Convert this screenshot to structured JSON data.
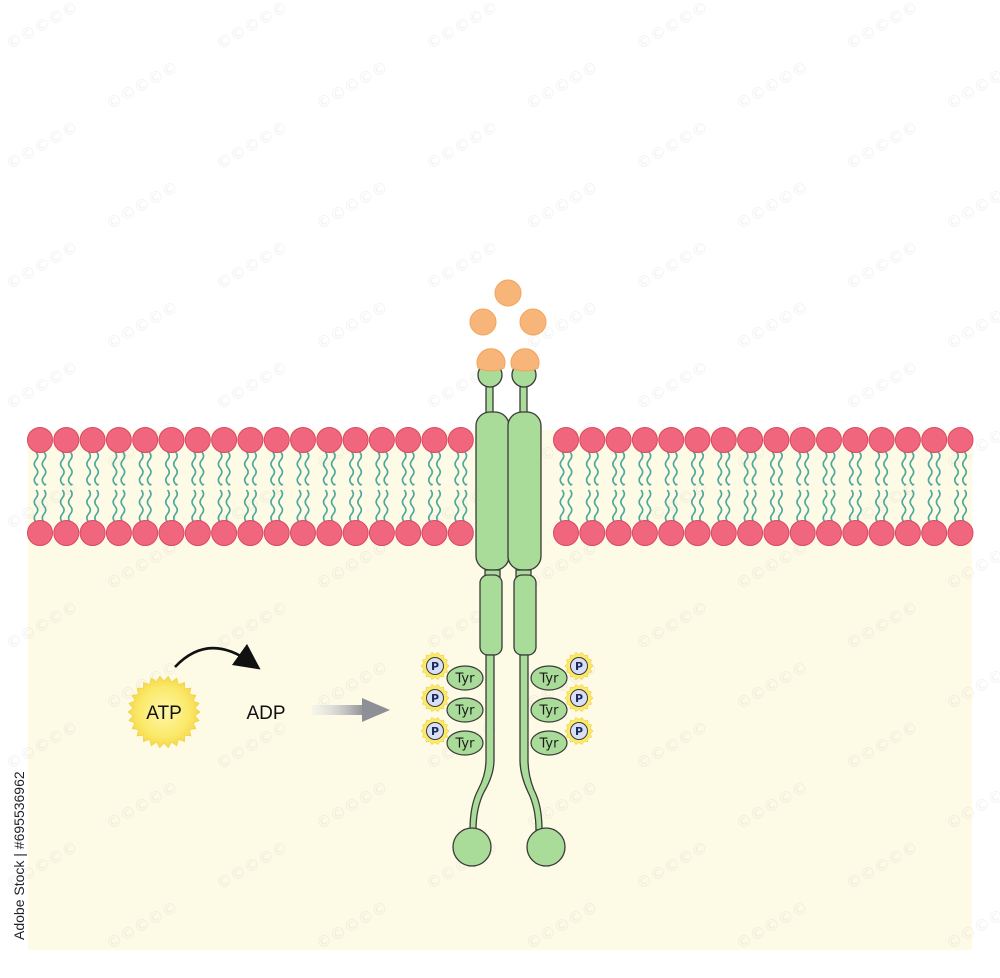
{
  "labels": {
    "atp": "ATP",
    "adp": "ADP",
    "tyr": "Tyr",
    "phosphate": "P"
  },
  "watermark": {
    "text": "©©©©©",
    "side_text": "Adobe Stock | #695536962"
  },
  "colors": {
    "cytoplasm": "#fdfbe6",
    "phospholipid_head": "#f0667d",
    "phospholipid_tail": "#4fa89c",
    "receptor": "#a9dc98",
    "receptor_stroke": "#3a3a3a",
    "ligand": "#f8b57a",
    "atp_glow": "#fbe96a",
    "phosphate": "#d9dff7"
  }
}
